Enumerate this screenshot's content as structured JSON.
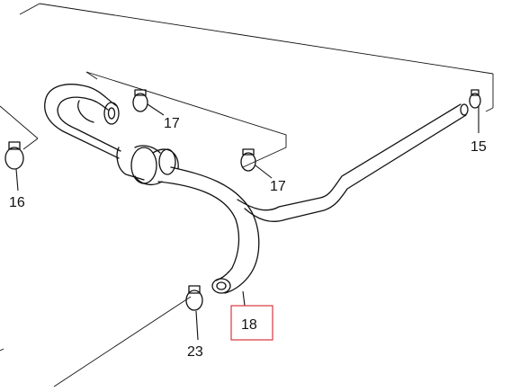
{
  "labels": {
    "p15": "15",
    "p16": "16",
    "p17a": "17",
    "p17b": "17",
    "p18": "18",
    "p23": "23"
  },
  "colors": {
    "line": "#111111",
    "highlight": "#d9363e",
    "background": "#ffffff"
  }
}
